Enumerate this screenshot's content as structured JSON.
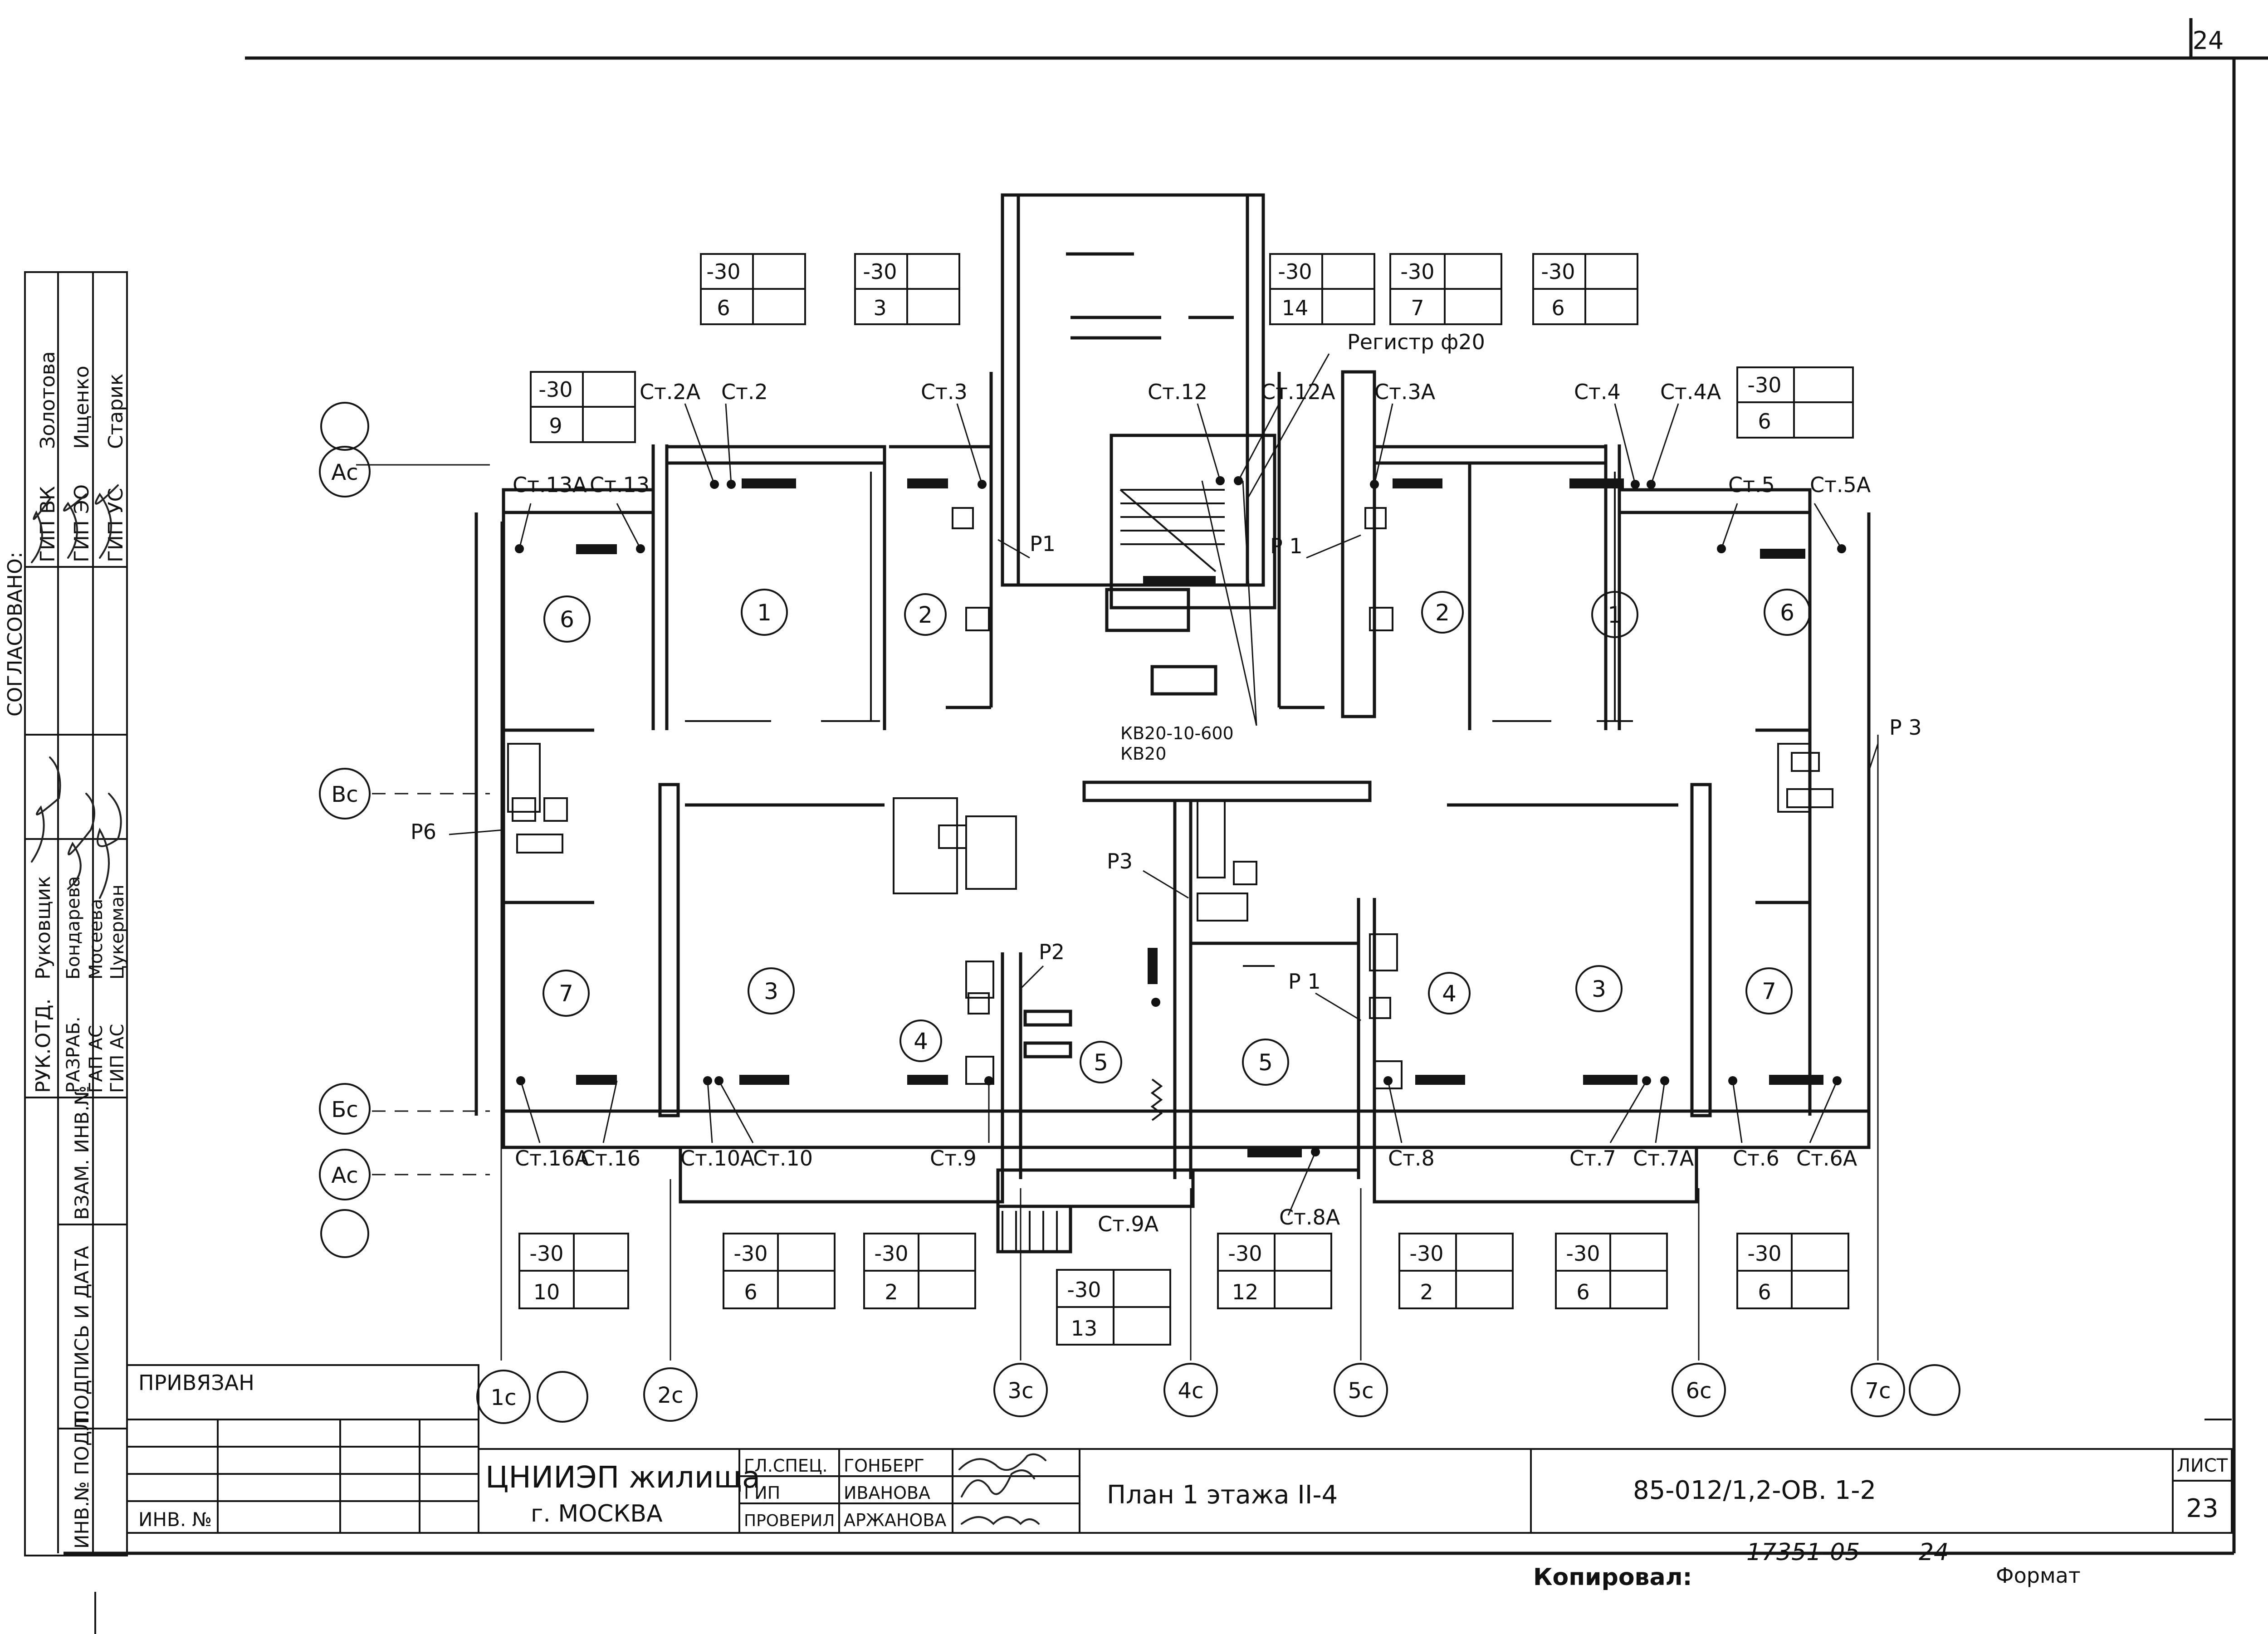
{
  "sheet_number_top": "24",
  "rooms": {
    "top_left": [
      "6",
      "1",
      "2"
    ],
    "top_right": [
      "2",
      "1",
      "6"
    ],
    "bottom_left": [
      "7",
      "3",
      "4",
      "5"
    ],
    "bottom_right": [
      "5",
      "4",
      "3",
      "7"
    ]
  },
  "windows_top": [
    {
      "t": "-30",
      "b": "6"
    },
    {
      "t": "-30",
      "b": "3"
    },
    {
      "t": "-30",
      "b": "14"
    },
    {
      "t": "-30",
      "b": "7"
    },
    {
      "t": "-30",
      "b": "6"
    },
    {
      "t": "-30",
      "b": "9"
    },
    {
      "t": "-30",
      "b": "6"
    }
  ],
  "windows_bottom": [
    {
      "t": "-30",
      "b": "10"
    },
    {
      "t": "-30",
      "b": "6"
    },
    {
      "t": "-30",
      "b": "2"
    },
    {
      "t": "-30",
      "b": "13"
    },
    {
      "t": "-30",
      "b": "12"
    },
    {
      "t": "-30",
      "b": "2"
    },
    {
      "t": "-30",
      "b": "6"
    },
    {
      "t": "-30",
      "b": "6"
    }
  ],
  "risers_top": [
    "Ст.2А",
    "Ст.2",
    "Ст.3",
    "Ст.12",
    "Ст.12А",
    "Ст.3А",
    "Ст.4",
    "Ст.4А",
    "Ст.13А",
    "Ст.13",
    "Ст.5",
    "Ст.5А"
  ],
  "risers_bottom": [
    "Ст.16А",
    "Ст.16",
    "Ст.10А",
    "Ст.10",
    "Ст.9",
    "Ст.9А",
    "Ст.8А",
    "Ст.8",
    "Ст.7",
    "Ст.7А",
    "Ст.6",
    "Ст.6А"
  ],
  "pipes": {
    "p1a": "Р1",
    "p1b": "Р 1",
    "p1c": "Р 1",
    "p2": "Р2",
    "p3a": "Р3",
    "p3b": "Р 3",
    "p6": "Р6"
  },
  "notes": {
    "register": "Регистр ф20",
    "kv1": "КВ20-10-600",
    "kv2": "КВ20"
  },
  "axes_rows": [
    "Ас",
    "Вс",
    "Бс",
    "Ас"
  ],
  "axes_cols": [
    "1с",
    "2с",
    "3с",
    "4с",
    "5с",
    "6с",
    "7с"
  ],
  "left_stamp": {
    "rows": [
      {
        "role": "ГИП ВК",
        "name": "Золотова"
      },
      {
        "role": "ГИП ЭО",
        "name": "Ищенко"
      },
      {
        "role": "ГИП УС",
        "name": "Старик"
      },
      {
        "role": "РУК.ОТД.",
        "name": "Руковщик"
      },
      {
        "role": "РАЗРАБ.",
        "name": "Бондарева"
      },
      {
        "role": "ГАП АС",
        "name": "Мосеева"
      },
      {
        "role": "ГИП АС",
        "name": "Цукерман"
      }
    ],
    "header": "СОГЛАСОВАНО:",
    "fields": [
      "ВЗАМ. ИНВ.№",
      "ПОДПИСЬ И ДАТА",
      "ИНВ.№ ПОДЛ."
    ]
  },
  "title_block": {
    "attached": "ПРИВЯЗАН",
    "inv": "ИНВ. №",
    "org_line1": "ЦНИИЭП жилища",
    "org_line2": "г. МОСКВА",
    "roles": [
      "ГЛ.СПЕЦ.",
      "ГИП",
      "ПРОВЕРИЛ"
    ],
    "names": [
      "ГОНБЕРГ",
      "ИВАНОВА",
      "АРЖАНОВА"
    ],
    "title": "План 1 этажа II-4",
    "code": "85-012/1,2-ОВ. 1-2",
    "sheet_label": "ЛИСТ",
    "sheet_number": "23"
  },
  "footer": {
    "copied": "Копировал:",
    "order": "17351-05",
    "order_num": "24",
    "format": "Формат"
  }
}
